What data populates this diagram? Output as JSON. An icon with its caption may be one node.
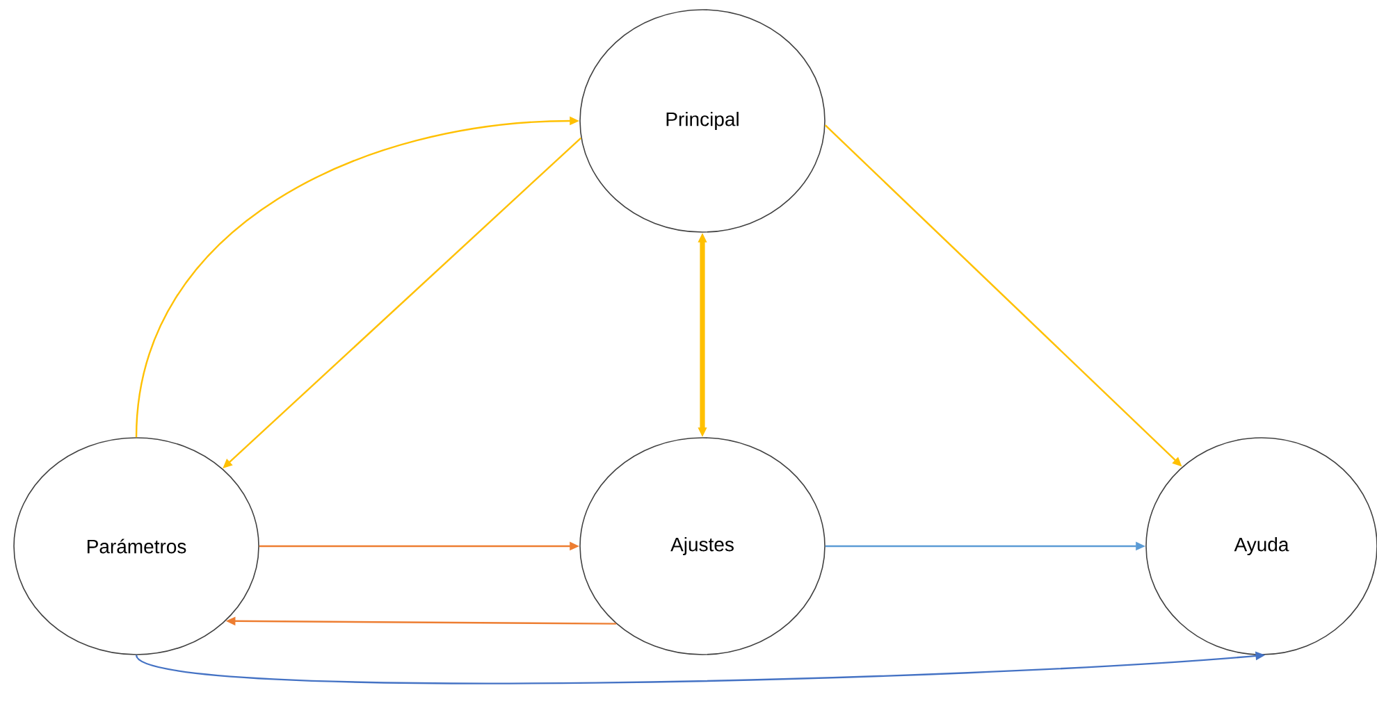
{
  "diagram": {
    "nodes": [
      {
        "text": [
          "Principal"
        ]
      },
      {
        "text": [
          "Parámetros"
        ]
      },
      {
        "text": [
          "Ajustes"
        ]
      },
      {
        "text": [
          "Ayuda"
        ]
      }
    ],
    "edges": [
      {
        "from": 1,
        "to": 0,
        "arrow": "to"
      },
      {
        "from": 0,
        "to": 1,
        "arrow": "to"
      },
      {
        "from": 0,
        "to": 2,
        "arrow": "both",
        "style": "thick"
      },
      {
        "from": 0,
        "to": 3,
        "arrow": "to"
      },
      {
        "from": 1,
        "to": 2,
        "arrow": "to",
        "color": "#ed7d31"
      },
      {
        "from": 2,
        "to": 1,
        "arrow": "to",
        "color": "#ed7d31"
      },
      {
        "from": 2,
        "to": 3,
        "arrow": "to",
        "color": "#5b9bd5"
      },
      {
        "from": 1,
        "to": 3,
        "arrow": "to",
        "color": "#4472c4"
      }
    ]
  }
}
